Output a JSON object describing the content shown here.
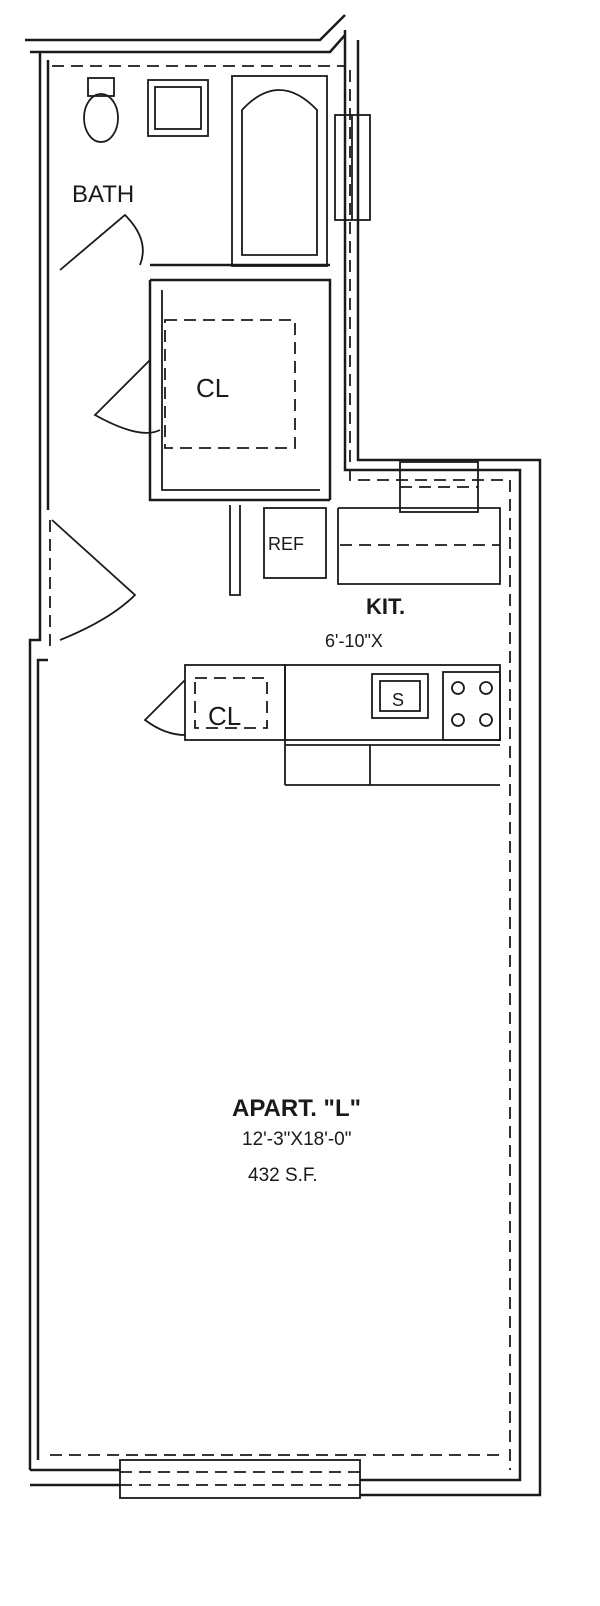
{
  "plan": {
    "rooms": {
      "bath": "BATH",
      "closet_1": "CL",
      "ref": "REF",
      "kitchen": "KIT.",
      "kitchen_dims": "6'-10\"X",
      "closet_2": "CL",
      "sink": "S",
      "apartment_name": "APART. \"L\"",
      "apartment_dims": "12'-3\"X18'-0\"",
      "apartment_area": "432 S.F."
    }
  }
}
